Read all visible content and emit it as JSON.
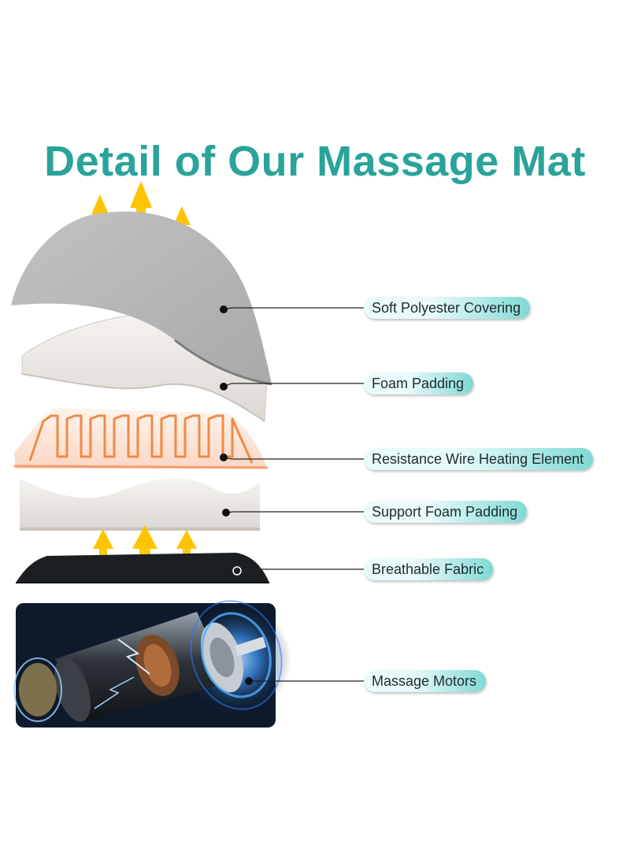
{
  "title": "Detail of Our Massage Mat",
  "colors": {
    "title": "#2aa39a",
    "pill_light": "#e9fbfa",
    "pill_dark": "#7fd9d3",
    "arrow": "#f5b800",
    "cover": "#b4b4b4",
    "foam": "#ece9e5",
    "heating": "#f39a5a",
    "fabric": "#1c1f22",
    "motor_panel": "#0e1a2c",
    "motor_glow": "#2f8dff"
  },
  "layers": [
    {
      "id": "cover",
      "label": "Soft Polyester Covering",
      "icon": "gray-cover-layer-icon"
    },
    {
      "id": "foam",
      "label": "Foam Padding",
      "icon": "foam-layer-icon"
    },
    {
      "id": "heating",
      "label": "Resistance Wire Heating Element",
      "icon": "heating-wire-icon"
    },
    {
      "id": "support",
      "label": "Support Foam Padding",
      "icon": "support-foam-icon"
    },
    {
      "id": "fabric",
      "label": "Breathable Fabric",
      "icon": "fabric-layer-icon"
    },
    {
      "id": "motors",
      "label": "Massage Motors",
      "icon": "motor-icon"
    }
  ]
}
